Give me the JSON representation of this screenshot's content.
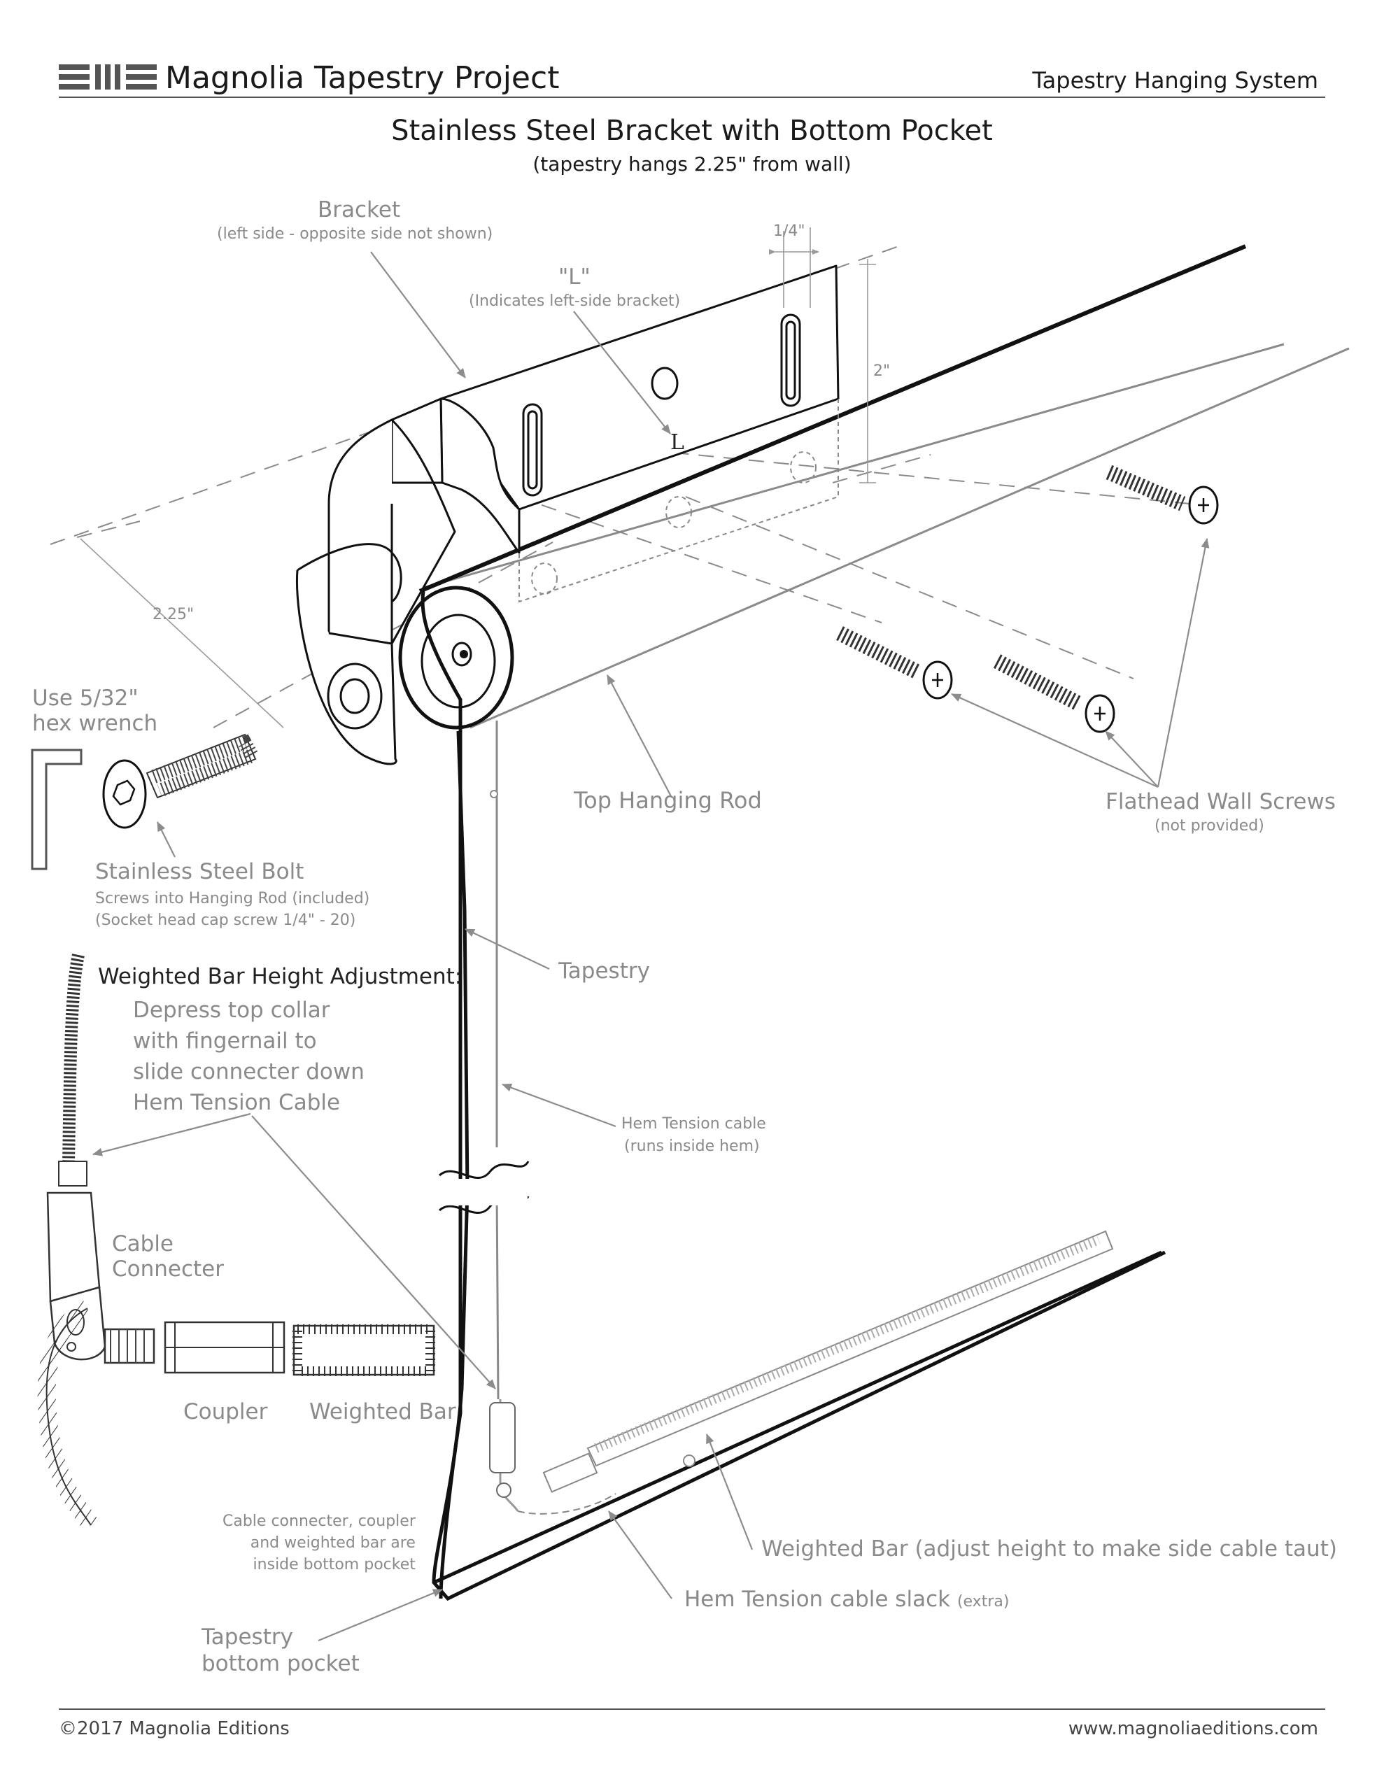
{
  "header": {
    "brand": "Magnolia Tapestry Project",
    "section": "Tapestry Hanging System"
  },
  "title": "Stainless Steel Bracket with Bottom Pocket",
  "subtitle": "(tapestry hangs 2.25\" from wall)",
  "labels": {
    "bracket": "Bracket",
    "bracket_note": "(left side - opposite side not shown)",
    "l_mark": "\"L\"",
    "l_note": "(Indicates left-side bracket)",
    "l_letter": "L",
    "dim_quarter": "1/4\"",
    "dim_two": "2\"",
    "dim_offset": "2.25\"",
    "hex_line1": "Use 5/32\"",
    "hex_line2": "hex wrench",
    "top_rod": "Top Hanging Rod",
    "wall_screws": "Flathead Wall Screws",
    "wall_screws_note": "(not provided)",
    "bolt": "Stainless Steel Bolt",
    "bolt_note1": "Screws into Hanging Rod  (included)",
    "bolt_note2": "(Socket head cap screw 1/4\" - 20)",
    "adjust_heading": "Weighted Bar Height Adjustment:",
    "adjust_line1": "Depress top collar",
    "adjust_line2": "with fingernail to",
    "adjust_line3": "slide connecter down",
    "adjust_line4": "Hem Tension Cable",
    "tapestry": "Tapestry",
    "hem_cable": "Hem Tension cable",
    "hem_cable_note": "(runs inside hem)",
    "connecter_line1": "Cable",
    "connecter_line2": "Connecter",
    "coupler": "Coupler",
    "weighted_bar": "Weighted Bar",
    "inside_line1": "Cable connecter, coupler",
    "inside_line2": "and weighted bar are",
    "inside_line3": "inside bottom pocket",
    "weighted_bar_adjust": "Weighted Bar (adjust height to make side cable taut)",
    "slack": "Hem Tension cable slack",
    "slack_extra": "(extra)",
    "pocket_line1": "Tapestry",
    "pocket_line2": "bottom pocket"
  },
  "footer": {
    "copyright": "©2017 Magnolia Editions",
    "url": "www.magnoliaeditions.com"
  },
  "colors": {
    "ink": "#111111",
    "label_gray": "#8a8a8a",
    "arrow_gray": "#8c8c8c",
    "dash_gray": "#8a8a8a"
  }
}
